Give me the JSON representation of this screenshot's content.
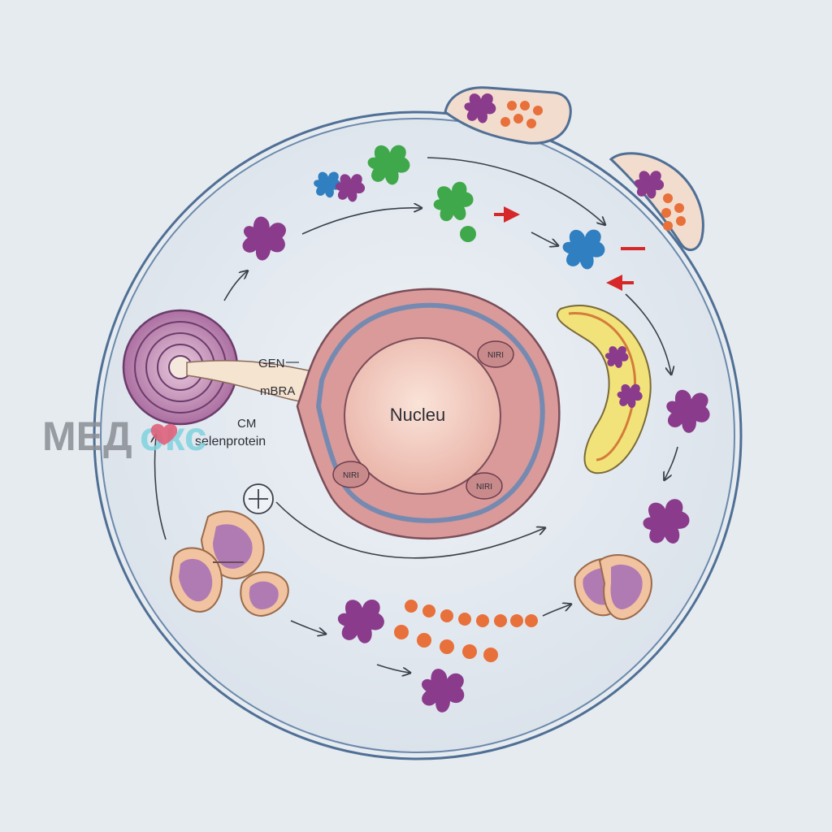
{
  "labels": {
    "nucleus": "Nucleu",
    "gen": "GEN",
    "mbra": "mBRA",
    "cm": "CM",
    "selenprotein": "selenprotein",
    "nuc_body_1": "NIRI",
    "nuc_body_2": "NIRI",
    "nuc_body_3": "NIRI"
  },
  "watermark": {
    "part1": "МЕД",
    "part2": "окс",
    "color1": "#8a8f96",
    "color2": "#7fd3de",
    "heart_color": "#e0607a"
  },
  "colors": {
    "background": "#e6ebf0",
    "cell_membrane": "#4f6f95",
    "cytoplasm": "#dfe6ee",
    "nucleus_envelope": "#d99a99",
    "nucleoplasm": "#f1c6bd",
    "protein_purple": "#8a3b8c",
    "protein_green": "#3fa84a",
    "protein_blue": "#2f7fc1",
    "granule_orange": "#e8703a",
    "mitochondrion": "#f2e27a",
    "inhibition_red": "#d62828"
  },
  "icons": [
    "plus-icon"
  ]
}
